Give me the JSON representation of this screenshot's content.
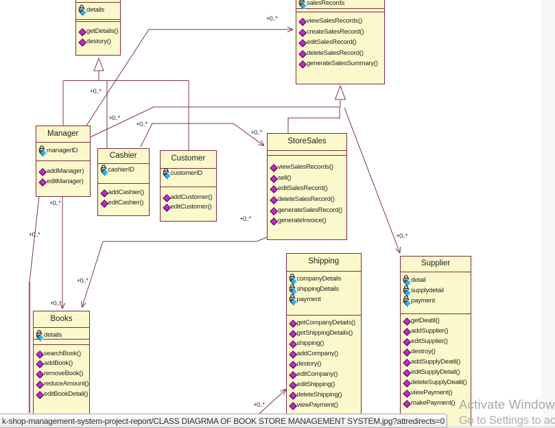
{
  "diagram": {
    "multiplicity": "+0..*",
    "classes": [
      {
        "id": "details-base",
        "name": "",
        "attributes": [
          "details"
        ],
        "methods": [
          "getDetails()",
          "destory()"
        ]
      },
      {
        "id": "sales-record",
        "name": "",
        "attributes": [
          "salesRecords"
        ],
        "methods": [
          "viewSalesRecords()",
          "createSalesRecord()",
          "editSalesRecord()",
          "deleteSalesRecord()",
          "generateSalesSummary()"
        ]
      },
      {
        "id": "manager",
        "name": "Manager",
        "attributes": [
          "managerID"
        ],
        "methods": [
          "addManager)",
          "editManager)"
        ]
      },
      {
        "id": "cashier",
        "name": "Cashier",
        "attributes": [
          "cashierID"
        ],
        "methods": [
          "addCashier()",
          "editCashier()"
        ]
      },
      {
        "id": "customer",
        "name": "Customer",
        "attributes": [
          "customerID"
        ],
        "methods": [
          "addCustomer()",
          "editCustomer()"
        ]
      },
      {
        "id": "store-sales",
        "name": "StoreSales",
        "attributes": [],
        "methods": [
          "viewSalesRecords()",
          "sell()",
          "editSalesRecord()",
          "deleteSalesRecord()",
          "generateSalesRecord()",
          "generateInvoice()"
        ]
      },
      {
        "id": "shipping",
        "name": "Shipping",
        "attributes": [
          "companyDetails",
          "shippingDetails",
          "payment"
        ],
        "methods": [
          "getCompanyDetails()",
          "getShippingDetails()",
          "shipping()",
          "addCompany()",
          "destory()",
          "editCompany()",
          "editShipping()",
          "deleteShipping()",
          "viewPayment()"
        ]
      },
      {
        "id": "supplier",
        "name": "Supplier",
        "attributes": [
          "detail",
          "supplydetail",
          "payment"
        ],
        "methods": [
          "getDeatil()",
          "addSupplier()",
          "editSupplier()",
          "destroy()",
          "addSupplyDeatil()",
          "editSupplyDetail()",
          "deleteSupplyDeatil()",
          "viewPayment()",
          "makePayment()"
        ]
      },
      {
        "id": "books",
        "name": "Books",
        "attributes": [
          "details"
        ],
        "methods": [
          "searchBook()",
          "addBook()",
          "removeBook()",
          "reduceAmount()",
          "editBookDetail()"
        ]
      }
    ]
  },
  "status_bar": {
    "text": "k-shop-management-system-project-report/CLASS DIAGRMA OF BOOK STORE MANAGEMENT SYSTEM.jpg?attredirects=0"
  },
  "watermark": {
    "line1": "Activate Windows",
    "line2": "Go to Settings to activate Windows."
  },
  "colors": {
    "class_fill": "#fbf9cb",
    "class_border": "#7a2b42",
    "connector": "#7c3150",
    "attribute_icon": "#2bb3e8",
    "method_icon": "#c32cc3",
    "watermark_text": "#a3a4a6",
    "page_side": "#f6f7f7"
  }
}
